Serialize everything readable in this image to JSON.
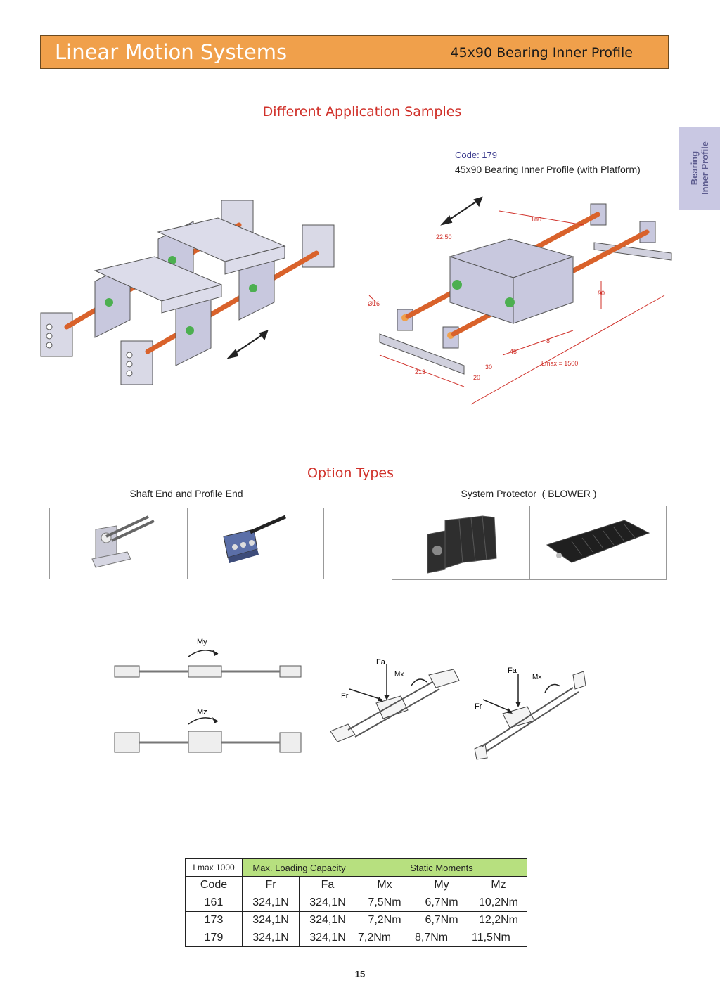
{
  "header": {
    "title": "Linear Motion Systems",
    "subtitle": "45x90 Bearing Inner Profile"
  },
  "side_tab": {
    "line1": "Bearing",
    "line2": "Inner Profile"
  },
  "applications": {
    "title": "Different Application Samples",
    "code_label": "Code: 179",
    "code_desc": "45x90 Bearing Inner Profile (with Platform)",
    "dimensions": {
      "d1": "180",
      "d2": "22,50",
      "d3": "90",
      "d4": "Ø16",
      "d5": "45",
      "d6": "8",
      "d7": "Lmax = 1500",
      "d8": "213",
      "d9": "20",
      "d10": "30"
    }
  },
  "options": {
    "title": "Option Types",
    "left_caption": "Shaft End and Profile End",
    "right_caption": "System Protector  ( BLOWER )"
  },
  "moments": {
    "my": "My",
    "mz": "Mz",
    "fa": "Fa",
    "mx": "Mx",
    "fr": "Fr"
  },
  "table": {
    "corner": "Lmax 1000",
    "group1": "Max. Loading Capacity",
    "group2": "Static Moments",
    "headers": [
      "Code",
      "Fr",
      "Fa",
      "Mx",
      "My",
      "Mz"
    ],
    "rows": [
      [
        "161",
        "324,1N",
        "324,1N",
        "7,5Nm",
        "6,7Nm",
        "10,2Nm"
      ],
      [
        "173",
        "324,1N",
        "324,1N",
        "7,2Nm",
        "6,7Nm",
        "12,2Nm"
      ],
      [
        "179",
        "324,1N",
        "324,1N",
        "7,2Nm",
        "8,7Nm",
        "11,5Nm"
      ]
    ]
  },
  "page_number": "15",
  "colors": {
    "header": "#f0a04b",
    "section_title": "#d0312a",
    "table_green": "#b7e07f",
    "shaft": "#d9622b",
    "profile": "#c8c8de"
  }
}
